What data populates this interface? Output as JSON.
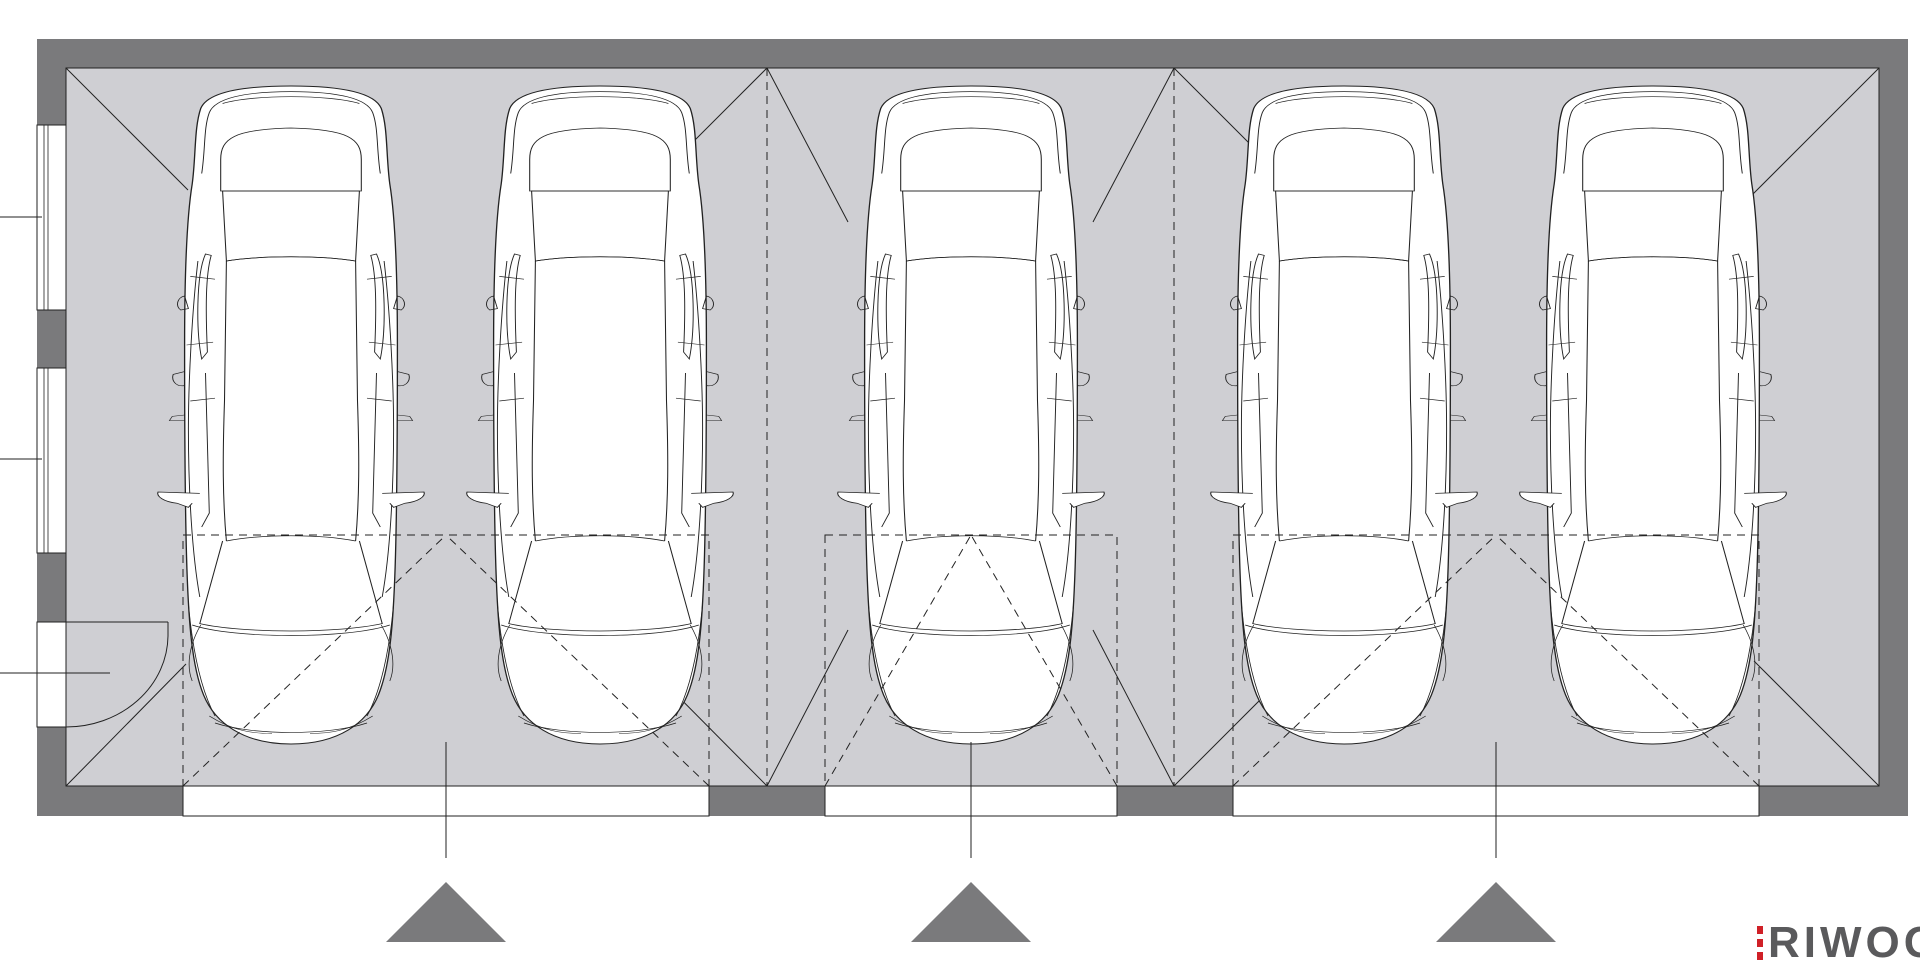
{
  "plan": {
    "bays": 3,
    "cars": 5,
    "colors": {
      "wall": "#7a7a7c",
      "floor": "#cfcfd3",
      "line": "#222222",
      "car_fill": "#ffffff",
      "logo_mark": "#d02027",
      "logo_text": "#5a5a5c"
    }
  },
  "logo": {
    "text": "RIWOG"
  }
}
